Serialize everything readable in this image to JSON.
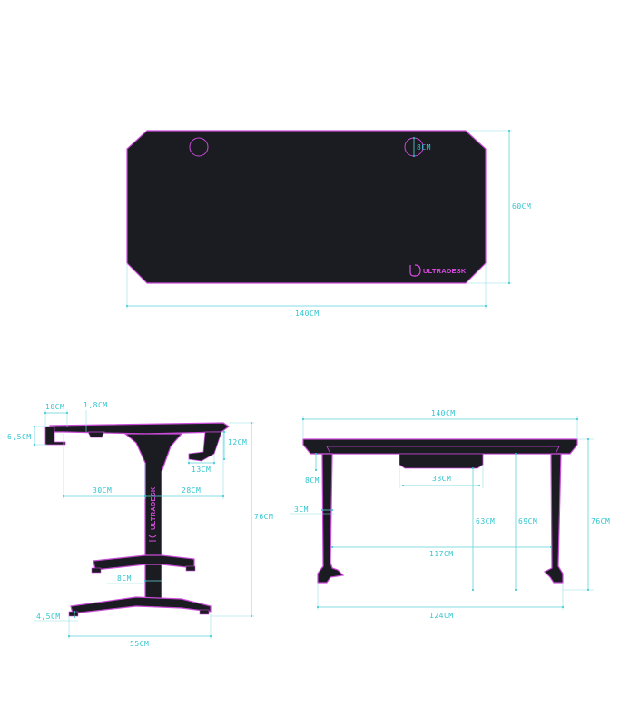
{
  "colors": {
    "desk_fill": "#1b1b22",
    "desk_outline": "#c94bd8",
    "dimension": "#31c6cf",
    "logo": "#d94be0"
  },
  "top_view": {
    "logo": "ULTRADESK",
    "hole_diameter": "8CM",
    "depth": "60CM",
    "width": "140CM"
  },
  "side_view": {
    "hook_width": "10CM",
    "hook_gap": "1,8CM",
    "hook_height": "6,5CM",
    "headphone_height": "12CM",
    "headphone_width": "13CM",
    "front_to_column": "30CM",
    "column_to_back": "28CM",
    "logo": "ULTRADESK",
    "height": "76CM",
    "column_width": "8CM",
    "foot_height": "4,5CM",
    "base_length": "55CM"
  },
  "front_view": {
    "width": "140CM",
    "frame_depth": "8CM",
    "drawer_width": "38CM",
    "leg_width": "3CM",
    "under_drawer_height": "63CM",
    "under_frame_height": "69CM",
    "total_height": "76CM",
    "inner_leg_span": "117CM",
    "outer_base_span": "124CM"
  }
}
